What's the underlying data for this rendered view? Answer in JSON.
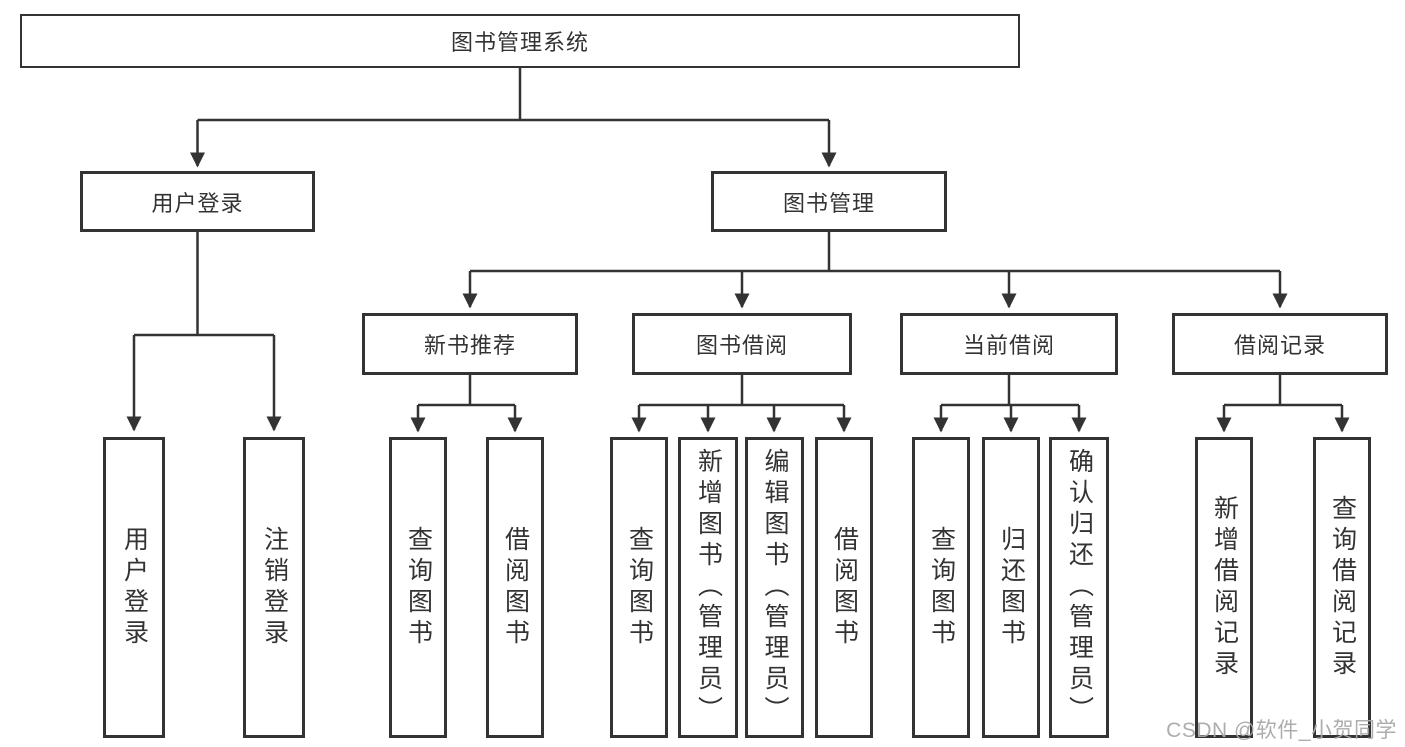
{
  "diagram": {
    "type": "hierarchy-tree",
    "orientation": "top-down",
    "tree": {
      "label": "图书管理系统",
      "children": [
        {
          "label": "用户登录",
          "children": [
            {
              "label": "用户登录"
            },
            {
              "label": "注销登录"
            }
          ]
        },
        {
          "label": "图书管理",
          "children": [
            {
              "label": "新书推荐",
              "children": [
                {
                  "label": "查询图书"
                },
                {
                  "label": "借阅图书"
                }
              ]
            },
            {
              "label": "图书借阅",
              "children": [
                {
                  "label": "查询图书"
                },
                {
                  "label": "新增图书（管理员）"
                },
                {
                  "label": "编辑图书（管理员）"
                },
                {
                  "label": "借阅图书"
                }
              ]
            },
            {
              "label": "当前借阅",
              "children": [
                {
                  "label": "查询图书"
                },
                {
                  "label": "归还图书"
                },
                {
                  "label": "确认归还（管理员）"
                }
              ]
            },
            {
              "label": "借阅记录",
              "children": [
                {
                  "label": "新增借阅记录"
                },
                {
                  "label": "查询借阅记录"
                }
              ]
            }
          ]
        }
      ]
    }
  },
  "watermark": "CSDN @软件_小贺同学",
  "colors": {
    "line": "#333333",
    "box_border": "#333333",
    "text": "#333333",
    "background": "#ffffff",
    "watermark": "#a9a9a9"
  }
}
